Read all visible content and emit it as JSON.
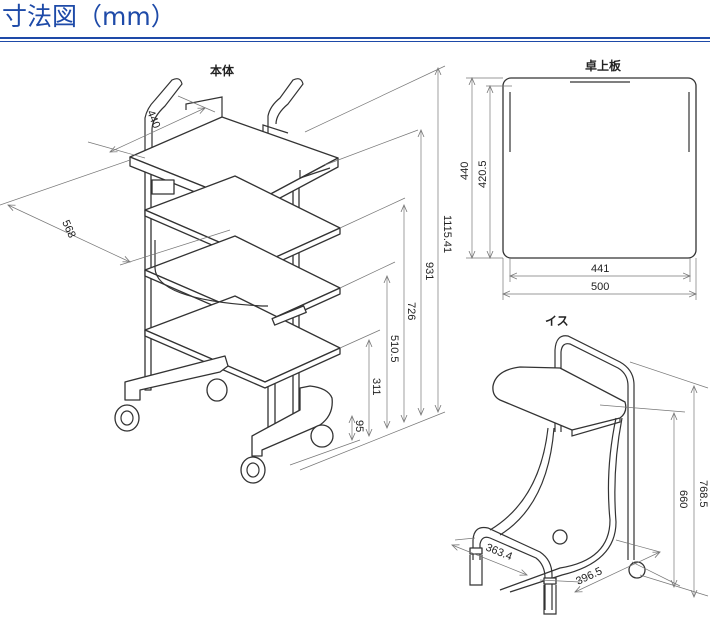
{
  "header": {
    "title": "寸法図（mm）",
    "accent_color": "#1e4aa8"
  },
  "cart": {
    "label": "本体",
    "dims": {
      "width": "440",
      "depth": "568",
      "handle_height": "1115.41",
      "top_height": "931",
      "shelf2_height": "726",
      "shelf3_height": "510.5",
      "shelf4_height": "311",
      "base_height": "95"
    }
  },
  "desk_board": {
    "label": "卓上板",
    "dims": {
      "outer_depth": "440",
      "inner_depth": "420.5",
      "inner_width": "441",
      "outer_width": "500"
    }
  },
  "chair": {
    "label": "イス",
    "dims": {
      "total_height": "768.5",
      "seat_height": "660",
      "width": "363.4",
      "depth": "396.5"
    }
  }
}
